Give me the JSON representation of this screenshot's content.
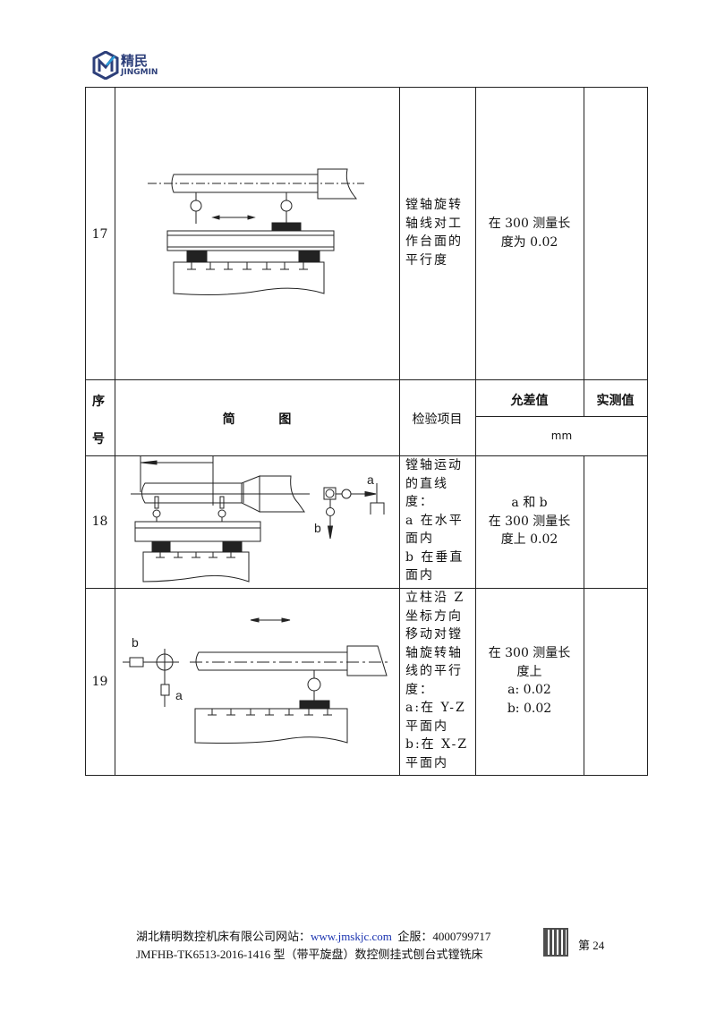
{
  "logo": {
    "cn": "精民",
    "en": "JINGMIN",
    "color": "#2d3f7a",
    "accent": "#2a9bd8"
  },
  "header": {
    "no": [
      "序",
      "号"
    ],
    "diagram": "简          图",
    "item": "检验项目",
    "tolerance": "允差值",
    "unit": "mm",
    "measured": "实测值"
  },
  "rows": [
    {
      "no": "17",
      "item": [
        "镗轴旋转",
        "轴线对工",
        "作台面的",
        "平行度"
      ],
      "tolerance": [
        "在 300 测量长",
        "度为 0.02"
      ]
    },
    {
      "no": "18",
      "item": [
        "镗轴运动",
        "的直线",
        "度：",
        "a 在水平",
        "面内",
        "b 在垂直",
        "面内"
      ],
      "tolerance": [
        "a 和 b",
        "在 300 测量长",
        "度上 0.02"
      ],
      "labels": {
        "a": "a",
        "b": "b"
      }
    },
    {
      "no": "19",
      "item": [
        "立柱沿 Z",
        "坐标方向",
        "移动对镗",
        "轴旋转轴",
        "线的平行",
        "度：",
        "a:在 Y-Z",
        "平面内",
        "b:在 X-Z",
        "平面内"
      ],
      "tolerance": [
        "在 300 测量长",
        "度上",
        "a: 0.02",
        "b: 0.02"
      ],
      "labels": {
        "a": "a",
        "b": "b"
      }
    }
  ],
  "footer": {
    "company": "湖北精明数控机床有限公司网站：",
    "url": "www.jmskjc.com",
    "service": "企服：4000799717",
    "model": "JMFHB-TK6513-2016-1416 型（带平旋盘）数控侧挂式刨台式镗铣床",
    "page": "第 24"
  }
}
